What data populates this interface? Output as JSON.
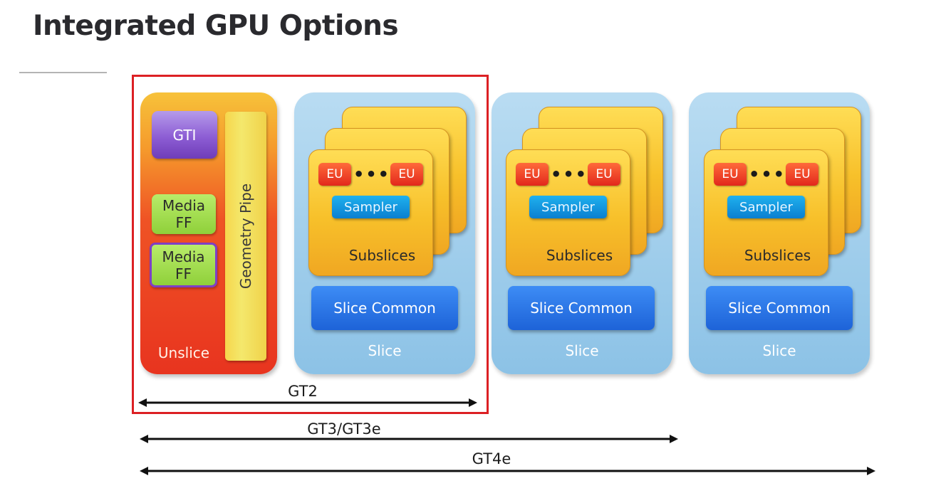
{
  "title": "Integrated GPU Options",
  "unslice": {
    "gti": "GTI",
    "media_ff_1": [
      "Media",
      "FF"
    ],
    "media_ff_2": [
      "Media",
      "FF"
    ],
    "geometry_pipe": "Geometry Pipe",
    "label": "Unslice"
  },
  "slices": [
    {
      "eu_left": "EU",
      "eu_dots": "•••",
      "eu_right": "EU",
      "sampler": "Sampler",
      "subslices_label": "Subslices",
      "slice_common": "Slice Common",
      "label": "Slice"
    },
    {
      "eu_left": "EU",
      "eu_dots": "•••",
      "eu_right": "EU",
      "sampler": "Sampler",
      "subslices_label": "Subslices",
      "slice_common": "Slice Common",
      "label": "Slice"
    },
    {
      "eu_left": "EU",
      "eu_dots": "•••",
      "eu_right": "EU",
      "sampler": "Sampler",
      "subslices_label": "Subslices",
      "slice_common": "Slice Common",
      "label": "Slice"
    }
  ],
  "spans": {
    "gt2": "GT2",
    "gt3": "GT3/GT3e",
    "gt4e": "GT4e"
  },
  "colors": {
    "highlight_frame": "#dc2024",
    "unslice": "#e8341f",
    "gti": "#8d5dd4",
    "media_ff": "#8fd03a",
    "geometry_pipe": "#f4e86c",
    "slice": "#8cc2e6",
    "subslice": "#f7c02a",
    "eu": "#e2281c",
    "sampler": "#0a7fd0",
    "slice_common": "#1d63d8"
  }
}
